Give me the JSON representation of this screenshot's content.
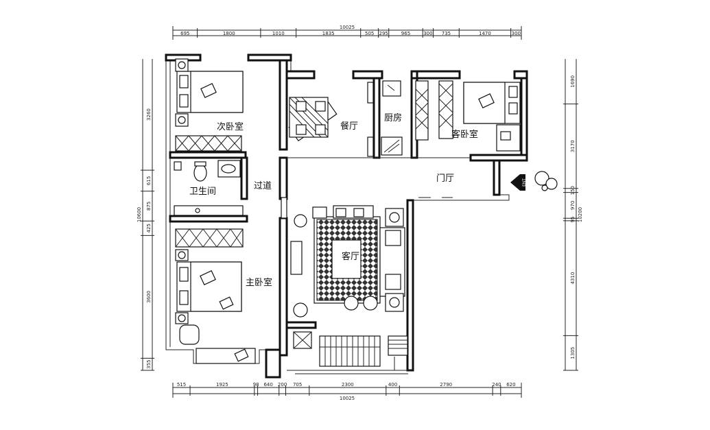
{
  "rooms": {
    "second_bedroom": "次卧室",
    "bathroom": "卫生间",
    "corridor": "过道",
    "dining": "餐厅",
    "kitchen": "厨房",
    "guest_bedroom": "客卧室",
    "foyer": "门厅",
    "living": "客厅",
    "master_bedroom": "主卧室"
  },
  "entry_label": "ENT",
  "dimensions": {
    "top_total": "10025",
    "top_segments": [
      "695",
      "1800",
      "1010",
      "1835",
      "505",
      "295",
      "965",
      "300",
      "735",
      "1470",
      "300"
    ],
    "bottom_total": "10025",
    "bottom_segments": [
      "515",
      "1925",
      "98",
      "640",
      "200",
      "705",
      "2300",
      "400",
      "2790",
      "240",
      "620"
    ],
    "left_total": "10600",
    "left_segments": [
      "3260",
      "615",
      "875",
      "425",
      "3600",
      "355"
    ],
    "right_total": "10200",
    "right_segments": [
      "1690",
      "3170",
      "150",
      "970",
      "95",
      "4310",
      "1305"
    ]
  }
}
